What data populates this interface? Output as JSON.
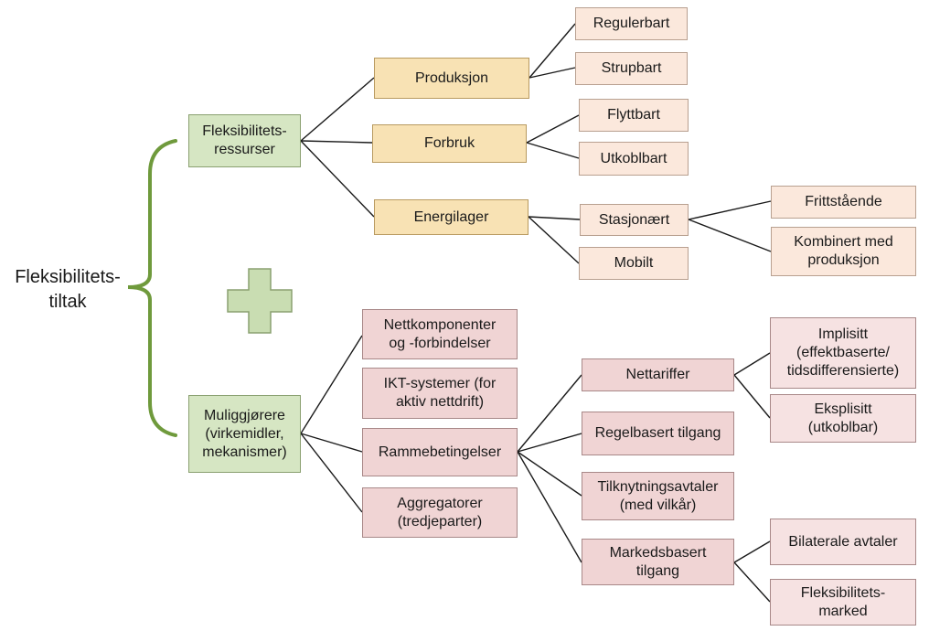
{
  "root": {
    "line1": "Fleksibilitets-",
    "line2": "tiltak"
  },
  "groups": {
    "resources": {
      "line1": "Fleksibilitets-",
      "line2": "ressurser"
    },
    "enablers": {
      "line1": "Muliggjørere",
      "line2": "(virkemidler,",
      "line3": "mekanismer)"
    }
  },
  "resources": {
    "produksjon": "Produksjon",
    "forbruk": "Forbruk",
    "energilager": "Energilager",
    "regulerbart": "Regulerbart",
    "strupbart": "Strupbart",
    "flyttbart": "Flyttbart",
    "utkoblbart": "Utkoblbart",
    "stasjonaert": "Stasjonært",
    "mobilt": "Mobilt",
    "frittstaende": "Frittstående",
    "kombinert": {
      "line1": "Kombinert med",
      "line2": "produksjon"
    }
  },
  "enablers": {
    "nettkomponenter": {
      "line1": "Nettkomponenter",
      "line2": "og -forbindelser"
    },
    "ikt": {
      "line1": "IKT-systemer (for",
      "line2": "aktiv nettdrift)"
    },
    "rammebetingelser": "Rammebetingelser",
    "aggregatorer": {
      "line1": "Aggregatorer",
      "line2": "(tredjeparter)"
    },
    "nettariffer": "Nettariffer",
    "regelbasert": "Regelbasert tilgang",
    "tilknytning": {
      "line1": "Tilknytningsavtaler",
      "line2": "(med vilkår)"
    },
    "markedsbasert": {
      "line1": "Markedsbasert",
      "line2": "tilgang"
    },
    "implisitt": {
      "line1": "Implisitt",
      "line2": "(effektbaserte/",
      "line3": "tidsdifferensierte)"
    },
    "eksplisitt": {
      "line1": "Eksplisitt",
      "line2": "(utkoblbar)"
    },
    "bilaterale": "Bilaterale avtaler",
    "fleksmarked": {
      "line1": "Fleksibilitets-",
      "line2": "marked"
    }
  },
  "colors": {
    "green": "#d6e6c3",
    "yellow": "#f8e2b4",
    "peach": "#fbe8dc",
    "pink": "#f0d4d4",
    "brace": "#6f9a3c",
    "plus": "#c9ddb2"
  },
  "icons": {
    "brace": "curly-brace",
    "plus": "plus-sign"
  }
}
